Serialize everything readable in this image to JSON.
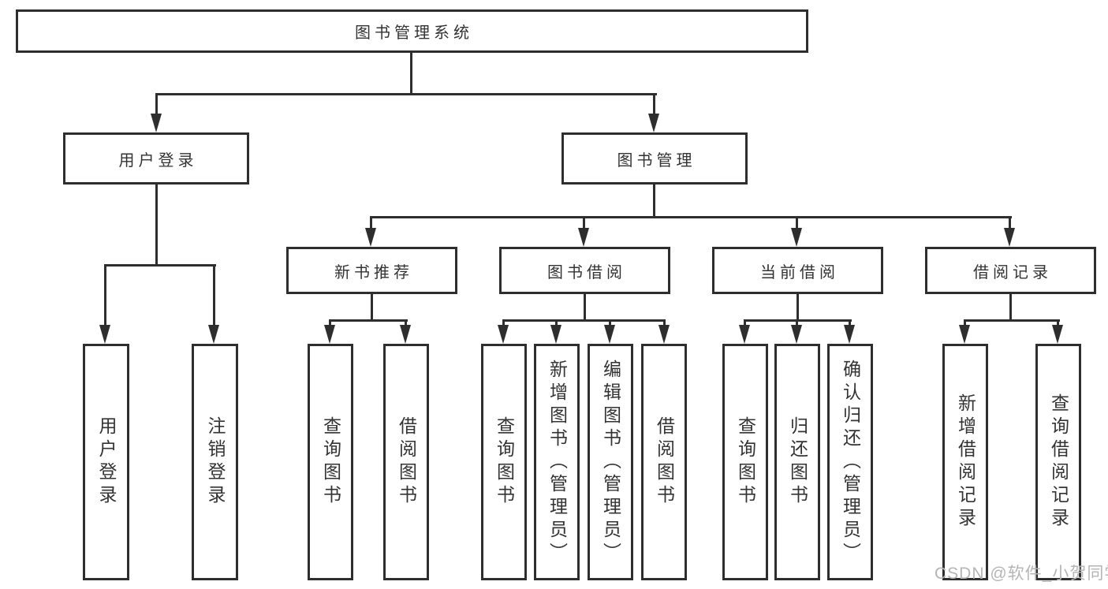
{
  "tree": {
    "root": {
      "label": "图书管理系统"
    },
    "branches": [
      {
        "label": "用户登录",
        "children": [
          "用户登录",
          "注销登录"
        ]
      },
      {
        "label": "图书管理",
        "children": [
          {
            "label": "新书推荐",
            "children": [
              "查询图书",
              "借阅图书"
            ]
          },
          {
            "label": "图书借阅",
            "children": [
              "查询图书",
              "新增图书（管理员）",
              "编辑图书（管理员）",
              "借阅图书"
            ]
          },
          {
            "label": "当前借阅",
            "children": [
              "查询图书",
              "归还图书",
              "确认归还（管理员）"
            ]
          },
          {
            "label": "借阅记录",
            "children": [
              "新增借阅记录",
              "查询借阅记录"
            ]
          }
        ]
      }
    ]
  },
  "watermark": "CSDN @软件_小贺同学",
  "colors": {
    "line": "#2e2e2e",
    "text": "#333333",
    "watermark": "#b5b5b5",
    "background": "#ffffff"
  }
}
